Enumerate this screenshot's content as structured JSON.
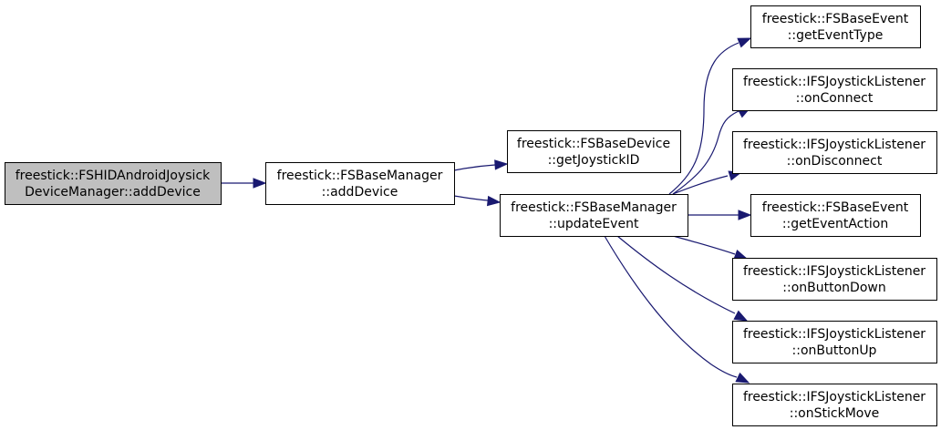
{
  "diagram": {
    "nodes": [
      {
        "id": "n0",
        "lines": [
          "freestick::FSHIDAndroidJoysick",
          "DeviceManager::addDevice"
        ],
        "highlighted": true
      },
      {
        "id": "n1",
        "lines": [
          "freestick::FSBaseManager",
          "::addDevice"
        ]
      },
      {
        "id": "n2",
        "lines": [
          "freestick::FSBaseDevice",
          "::getJoystickID"
        ]
      },
      {
        "id": "n3",
        "lines": [
          "freestick::FSBaseManager",
          "::updateEvent"
        ]
      },
      {
        "id": "n4",
        "lines": [
          "freestick::FSBaseEvent",
          "::getEventType"
        ]
      },
      {
        "id": "n5",
        "lines": [
          "freestick::IFSJoystickListener",
          "::onConnect"
        ]
      },
      {
        "id": "n6",
        "lines": [
          "freestick::IFSJoystickListener",
          "::onDisconnect"
        ]
      },
      {
        "id": "n7",
        "lines": [
          "freestick::FSBaseEvent",
          "::getEventAction"
        ]
      },
      {
        "id": "n8",
        "lines": [
          "freestick::IFSJoystickListener",
          "::onButtonDown"
        ]
      },
      {
        "id": "n9",
        "lines": [
          "freestick::IFSJoystickListener",
          "::onButtonUp"
        ]
      },
      {
        "id": "n10",
        "lines": [
          "freestick::IFSJoystickListener",
          "::onStickMove"
        ]
      }
    ],
    "edges": [
      {
        "from": "n0",
        "to": "n1"
      },
      {
        "from": "n1",
        "to": "n2"
      },
      {
        "from": "n1",
        "to": "n3"
      },
      {
        "from": "n3",
        "to": "n4"
      },
      {
        "from": "n3",
        "to": "n5"
      },
      {
        "from": "n3",
        "to": "n6"
      },
      {
        "from": "n3",
        "to": "n7"
      },
      {
        "from": "n3",
        "to": "n8"
      },
      {
        "from": "n3",
        "to": "n9"
      },
      {
        "from": "n3",
        "to": "n10"
      }
    ],
    "colors": {
      "edge": "#191970",
      "node_fill": "#ffffff",
      "highlight_fill": "#bfbfbf",
      "border": "#000000"
    }
  }
}
